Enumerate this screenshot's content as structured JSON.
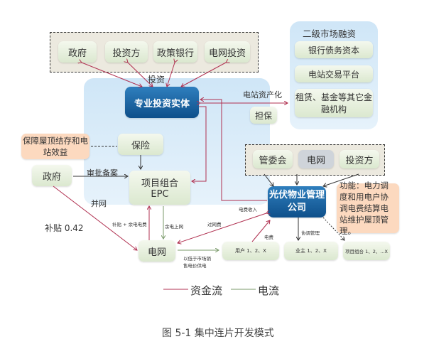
{
  "top_group": [
    "政府",
    "投资方",
    "政策银行",
    "电网投资"
  ],
  "secondary_market": {
    "title": "二级市场融资",
    "items": [
      "银行债务资本",
      "电站交易平台",
      "租赁、基金等其它金融机构"
    ]
  },
  "invest_label": "投资",
  "entity": "专业投资实体",
  "asset_label": "电站资产化",
  "guarantee": "担保",
  "protect": "保障屋顶结存和电站效益",
  "insurance": "保险",
  "gov": "政府",
  "approval": "审批备案",
  "epc": {
    "line1": "项目组合",
    "line2": "EPC"
  },
  "grid_connect": "并网",
  "mgmt_group": [
    "管委会",
    "电网",
    "投资方"
  ],
  "company": "光伏物业管理公司",
  "function_note": "功能：电力调度和用电户协调电费结算电站维护屋顶管理。",
  "subsidy": "补贴 0.42",
  "subsidy_fee": "补贴 + 余电电费",
  "surplus": "余电上网",
  "transit": "过网费",
  "fee_income": "电费收入",
  "fee": "电费",
  "coord": "协调管理",
  "grid": "电网",
  "supply": "以低于市场销售电价供电",
  "users": "用户 1、2、X",
  "owners": "业主 1、2、X",
  "projects": "项目组合 1、2、...X",
  "legend": {
    "money": "资金流",
    "power": "电流"
  },
  "caption": "图 5-1 集中连片开发模式"
}
